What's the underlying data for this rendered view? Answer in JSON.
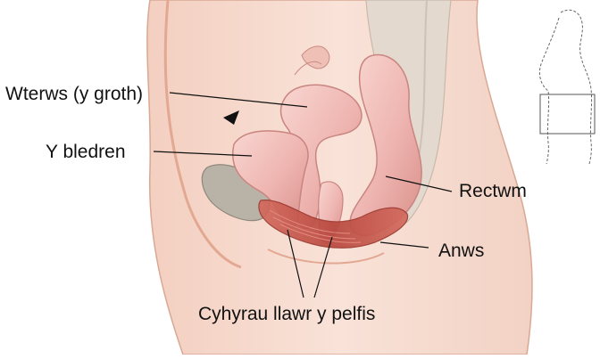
{
  "labels": {
    "uterus": "Wterws (y groth)",
    "bladder": "Y bledren",
    "rectum": "Rectwm",
    "anus": "Anws",
    "pelvic_floor": "Cyhyrau llawr y pelfis"
  },
  "colors": {
    "skin": "#f7dcd0",
    "skin_edge": "#d9a894",
    "back_tissue": "#e3d9cf",
    "pubic_bone": "#b9b2a6",
    "organ": "#eeb4b0",
    "organ_highlight": "#f9d6d1",
    "organ_edge": "#c9857f",
    "muscle": "#c8564a",
    "line": "#111111",
    "figure_line": "#666666"
  },
  "icons": {
    "pointer": "arrowhead-icon",
    "thumbnail": "body-outline-icon"
  }
}
